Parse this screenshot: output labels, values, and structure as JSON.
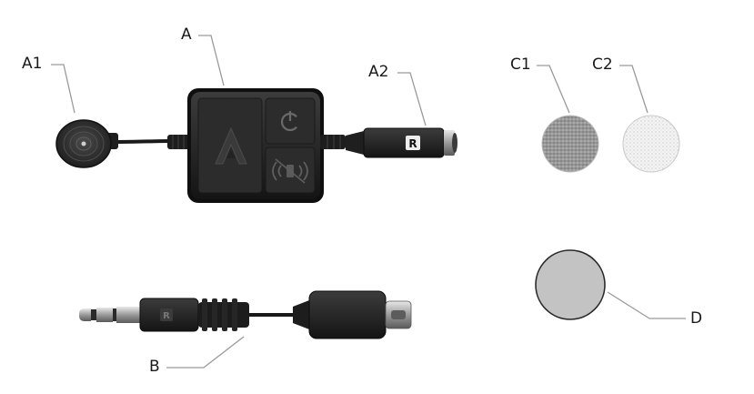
{
  "labels": {
    "a": "A",
    "a1": "A1",
    "a2": "A2",
    "b": "B",
    "c1": "C1",
    "c2": "C2",
    "d": "D"
  },
  "parts": {
    "receiver_box": {
      "name": "receiver-unit",
      "icons": [
        "brand-logo-icon",
        "power-icon",
        "wireless-signal-icon"
      ]
    },
    "microphone": {
      "name": "clip-microphone"
    },
    "jack": {
      "name": "audio-jack-socket",
      "badge": "R"
    },
    "cable": {
      "name": "aux-to-usb-c-cable",
      "badge": "R"
    },
    "foam_gray": {
      "name": "foam-windscreen-dark"
    },
    "foam_white": {
      "name": "foam-windscreen-light"
    },
    "disc": {
      "name": "adhesive-disc"
    }
  },
  "colors": {
    "body": "#2b2b2b",
    "body_edge": "#0f0f0f",
    "leader": "#9a9a9a",
    "foam_dark": "#8d8d8d",
    "foam_light": "#f2f2f2",
    "disc_fill": "#c3c3c3"
  }
}
